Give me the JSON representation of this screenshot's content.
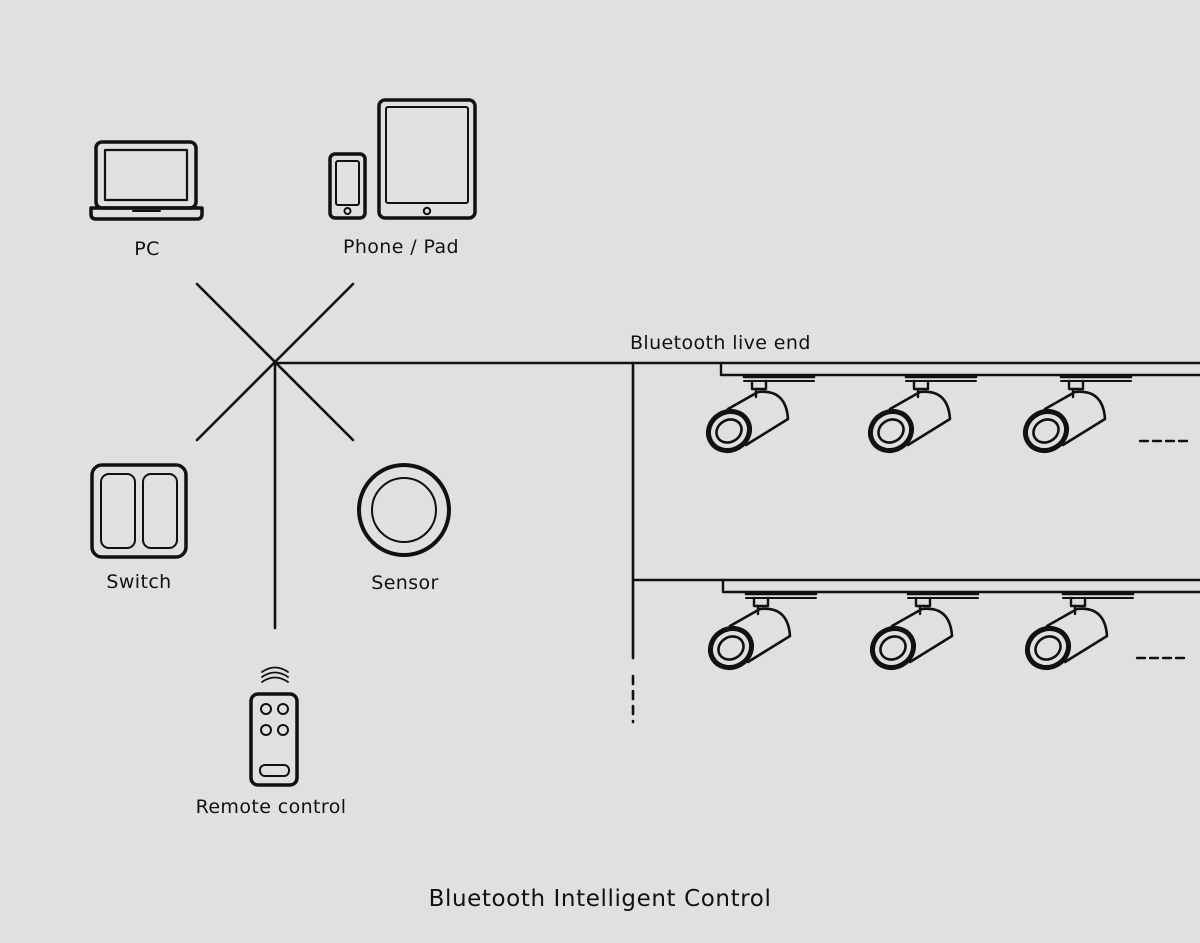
{
  "title": "Bluetooth Intelligent Control",
  "bus_label": "Bluetooth live end",
  "devices": {
    "pc": "PC",
    "phone_pad": "Phone / Pad",
    "switch": "Switch",
    "sensor": "Sensor",
    "remote": "Remote control"
  },
  "colors": {
    "background": "#e0e0e0",
    "line": "#111111"
  }
}
